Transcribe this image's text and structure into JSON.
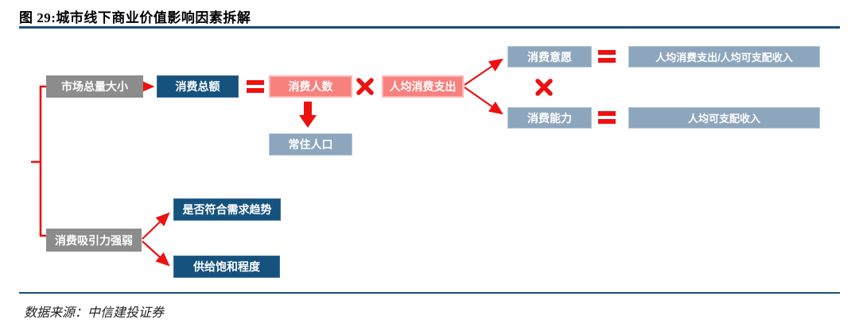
{
  "figure": {
    "title": "图 29:城市线下商业价值影响因素拆解",
    "source": "数据来源：中信建投证券"
  },
  "nodes": {
    "market_size": "市场总量大小",
    "total_consumption": "消费总额",
    "consumer_count": "消费人数",
    "per_capita_spending": "人均消费支出",
    "resident_population": "常住人口",
    "consumption_willingness": "消费意愿",
    "willingness_formula": "人均消费支出/人均可支配收入",
    "consumption_ability": "消费能力",
    "ability_formula": "人均可支配收入",
    "attractiveness": "消费吸引力强弱",
    "demand_trend": "是否符合需求趋势",
    "supply_saturation": "供给饱和程度"
  },
  "operators": {
    "equals": "=",
    "multiply": "×"
  },
  "colors": {
    "dark_blue_box": "#15527E",
    "gray_box": "#8C8C8C",
    "salmon_box": "#F8817E",
    "blue_gray_box": "#8DA6BD",
    "connector_red": "#ED1111",
    "rule_blue": "#1A4E7B"
  }
}
